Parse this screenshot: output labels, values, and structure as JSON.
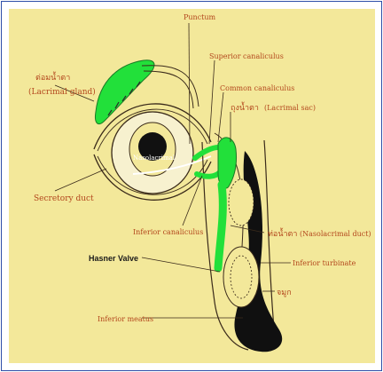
{
  "diagram": {
    "labels": {
      "punctum": "Punctum",
      "superior_canaliculus": "Superior canaliculus",
      "common_canaliculus": "Common canaliculus",
      "lacrimal_gland_thai": "ต่อมน้ำตา",
      "lacrimal_gland_en": "(Lacrimal gland)",
      "lacrimal_sac_thai": "ถุงน้ำตา",
      "lacrimal_sac_en": "(Lacrimal sac)",
      "eye": "Nasolacrimal",
      "secretory_duct": "Secretory duct",
      "inferior_canaliculus": "Inferior canaliculus",
      "nasolacrimal_duct_thai": "ท่อน้ำตา",
      "nasolacrimal_duct_en": "(Nasolacrimal duct)",
      "hasner_valve": "Hasner Valve",
      "inferior_turbinate": "Inferior turbinate",
      "nose_thai": "จมูก",
      "inferior_meatus": "Inferior meatus"
    },
    "colors": {
      "background": "#f3e89a",
      "tissue_green": "#22e03a",
      "label_text": "#b3471d",
      "outline": "#3a2a1a",
      "frame": "#2f4fa8"
    }
  }
}
